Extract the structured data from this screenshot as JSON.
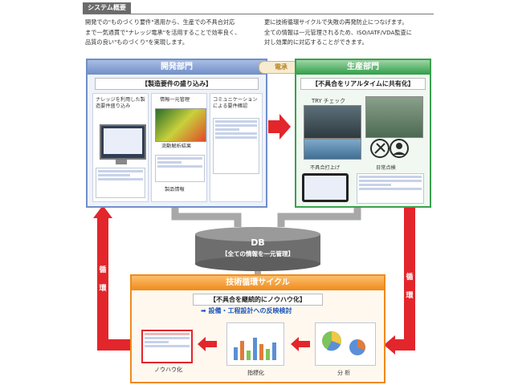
{
  "header": {
    "tag": "システム概要",
    "intro_left": [
      "開発での\"ものづくり要件\"適用から、生産での不具合対応",
      "まで一気通貫で\"ナレッジ電承\"を活用することで効率良く、",
      "品質の良い\"ものづくり\"を実現します。"
    ],
    "intro_right": [
      "更に技術循環サイクルで失敗の再発防止につなげます。",
      "全ての情報は一元管理されるため、ISO/IATF/VDA監査に",
      "対し効果的に対応することができます。"
    ]
  },
  "dev": {
    "title": "開発部門",
    "subtitle": "【製造要件の盛り込み】",
    "card1_label": "ナレッジを利用した製造要件盛り込み",
    "card2_label": "情報一元管理",
    "card2_caption1": "流動解析結果",
    "card2_caption2": "製品情報",
    "card3_label": "コミュニケーションによる要件確認"
  },
  "seal": "電承",
  "prod": {
    "title": "生産部門",
    "subtitle": "【不具合をリアルタイムに共有化】",
    "try_label": "TRY チェック",
    "defect_label": "不具合打上げ",
    "daily_label": "日常点検"
  },
  "db": {
    "title": "DB",
    "subtitle": "【全ての情報を一元管理】"
  },
  "left_arrow_text": [
    "循",
    "環"
  ],
  "right_arrow_text": [
    "循",
    "環"
  ],
  "cycle": {
    "title": "技術循環サイクル",
    "subtitle": "【不具合を継続的にノウハウ化】",
    "action": "➡ 設備・工程設計への反映検討",
    "knowhow_label": "ノウハウ化",
    "index_label": "指標化",
    "analysis_label": "分 析"
  },
  "colors": {
    "dev_blue": "#6f8fc8",
    "prod_green": "#39a14d",
    "cycle_orange": "#f08a1c",
    "arrow_red": "#e3262b",
    "db_gray": "#6e6e6e"
  }
}
